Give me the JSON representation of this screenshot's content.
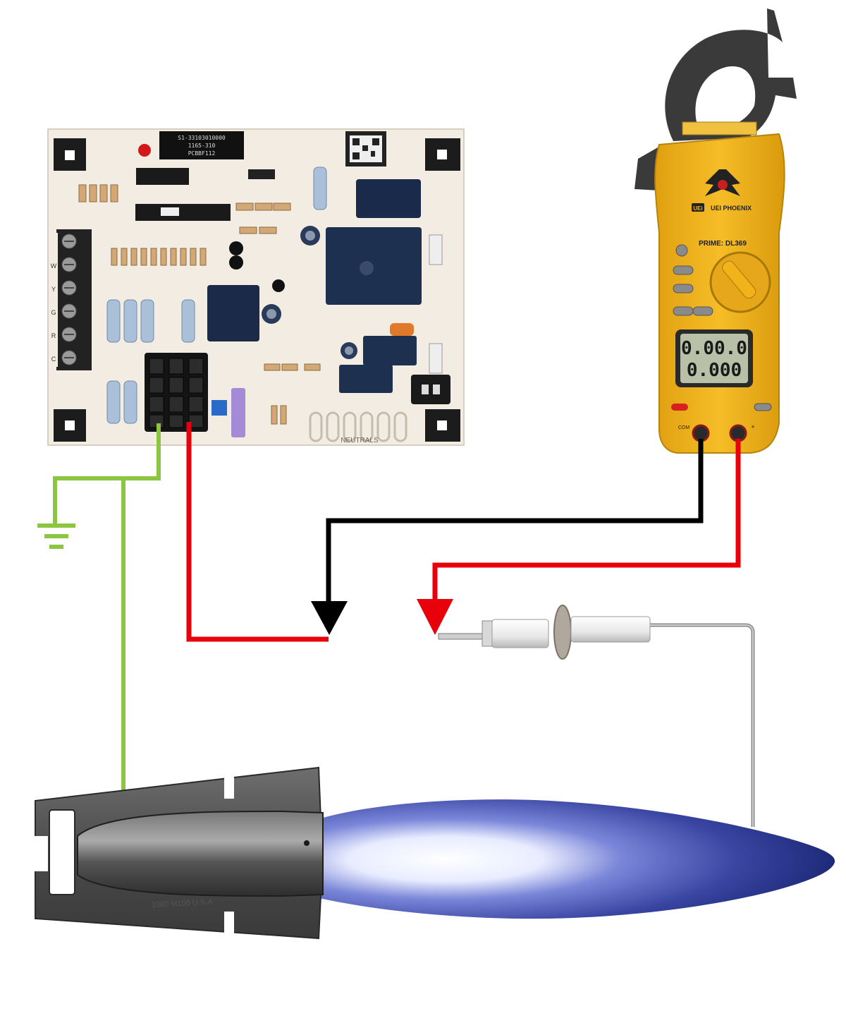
{
  "control_board": {
    "label_line1": "S1-33103010000",
    "label_line2": "1165-310",
    "label_line3": "PCBBF112",
    "terminal_letters": [
      "W",
      "Y",
      "G",
      "R",
      "C"
    ],
    "bottom_label": "NEUTRALS"
  },
  "meter": {
    "brand": "UEi",
    "brand_sub": "UEI PHOENIX",
    "model": "PRIME: DL369",
    "display_line1": "0.00.0",
    "display_line2": "0.000",
    "com_label": "COM",
    "plus_label": "+"
  },
  "burner": {
    "stamp": "1090 M150 U.S.A"
  },
  "colors": {
    "ground_wire": "#8cc640",
    "red_wire": "#e8000a",
    "black_wire": "#000000",
    "meter_body": "#f2b31a",
    "flame": "#3d4aa8"
  },
  "icons": [
    "ground-icon",
    "arrow-down-icon",
    "flame-sensor-icon"
  ]
}
